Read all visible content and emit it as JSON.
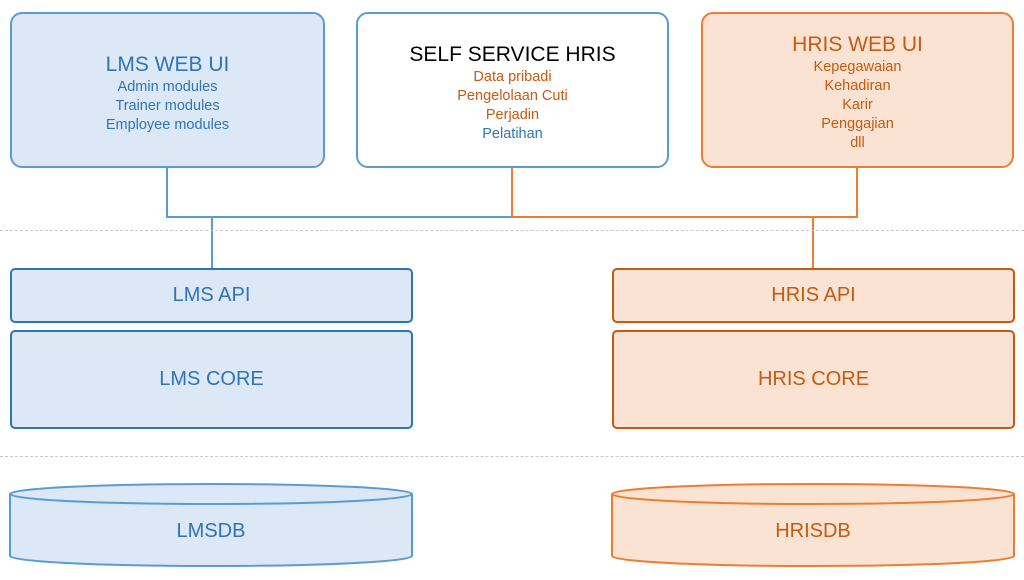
{
  "lms_web_ui": {
    "title": "LMS WEB UI",
    "items": [
      "Admin modules",
      "Trainer modules",
      "Employee modules"
    ]
  },
  "self_service": {
    "title": "SELF SERVICE HRIS",
    "items": [
      "Data pribadi",
      "Pengelolaan Cuti",
      "Perjadin",
      "Pelatihan"
    ]
  },
  "hris_web_ui": {
    "title": "HRIS WEB UI",
    "items": [
      "Kepegawaian",
      "Kehadiran",
      "Karir",
      "Penggajian",
      "dll"
    ]
  },
  "lms_api": "LMS API",
  "lms_core": "LMS CORE",
  "lms_db": "LMSDB",
  "hris_api": "HRIS API",
  "hris_core": "HRIS CORE",
  "hris_db": "HRISDB",
  "colors": {
    "blue_fill": "#dce8f5",
    "blue_stroke": "#5b9bd5",
    "blue_text": "#2e75b6",
    "orange_fill": "#fbe3d4",
    "orange_stroke": "#ed7d31",
    "orange_text": "#c55a11"
  }
}
